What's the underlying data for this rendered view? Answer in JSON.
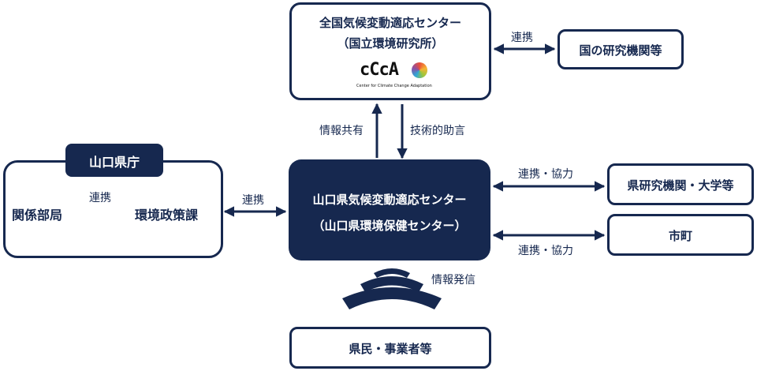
{
  "national_center": {
    "title_line1": "全国気候変動適応センター",
    "title_line2": "（国立環境研究所）",
    "logo_text": "cCcA",
    "logo_caption": "Center for Climate Change Adaptation"
  },
  "national_institutes": {
    "label": "国の研究機関等"
  },
  "link_national": {
    "label": "連携"
  },
  "info_share": {
    "label": "情報共有"
  },
  "tech_advice": {
    "label": "技術的助言"
  },
  "prefecture": {
    "header": "山口県庁",
    "dept_left": "関係部局",
    "dept_right": "環境政策課",
    "internal_link": "連携"
  },
  "link_prefecture": {
    "label": "連携"
  },
  "local_center": {
    "title_line1": "山口県気候変動適応センター",
    "title_line2": "（山口県環境保健センター）"
  },
  "universities": {
    "label": "県研究機関・大学等",
    "link": "連携・協力"
  },
  "municipalities": {
    "label": "市町",
    "link": "連携・協力"
  },
  "broadcast": {
    "label": "情報発信"
  },
  "citizens": {
    "label": "県民・事業者等"
  },
  "colors": {
    "navy": "#16284f",
    "white": "#ffffff"
  }
}
